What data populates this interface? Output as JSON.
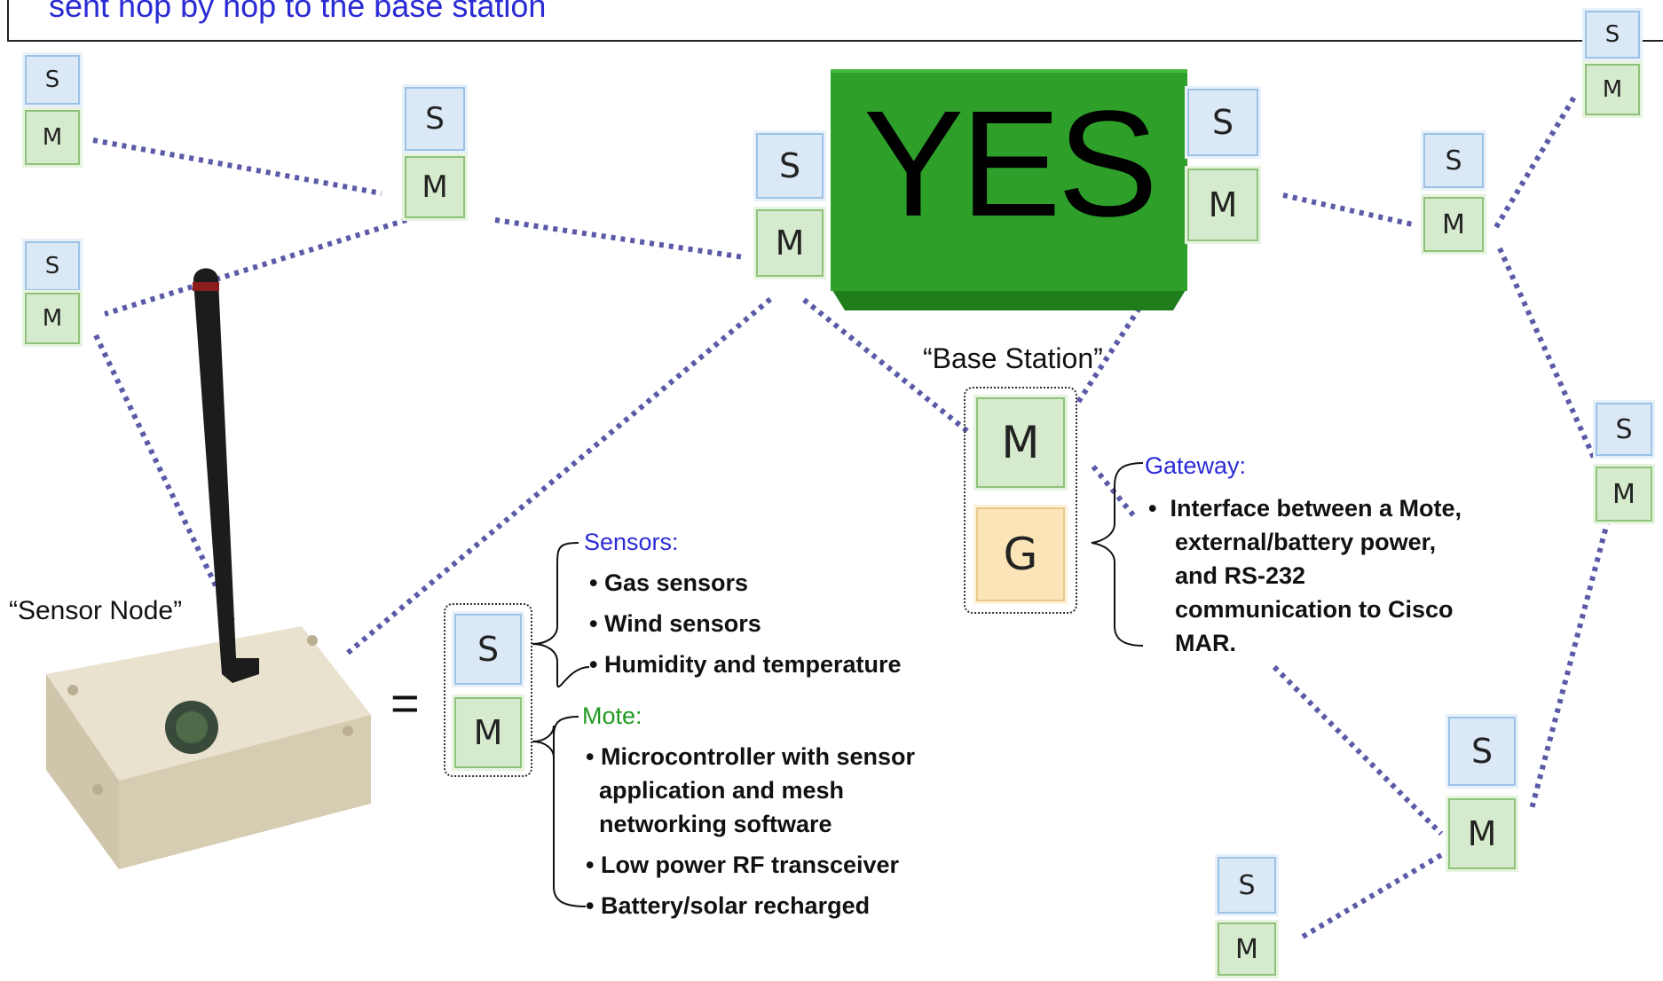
{
  "caption": "sent hop by hop to the base station",
  "yes_label": "YES",
  "tile_letters": {
    "sensor": "S",
    "mote": "M",
    "gateway": "G"
  },
  "labels": {
    "base_station": "“Base Station”",
    "sensor_node": "“Sensor Node”",
    "equals": "="
  },
  "sensors": {
    "heading": "Sensors:",
    "items": [
      "• Gas sensors",
      "• Wind sensors",
      "• Humidity and temperature"
    ]
  },
  "mote": {
    "heading": "Mote:",
    "items": [
      "• Microcontroller with sensor",
      "  application and mesh",
      "  networking software",
      "• Low power RF transceiver",
      "• Battery/solar recharged"
    ]
  },
  "gateway": {
    "heading": "Gateway:",
    "items": [
      "•  Interface between a Mote,",
      "    external/battery power,",
      "    and RS-232",
      "    communication to Cisco",
      "    MAR."
    ]
  },
  "colors": {
    "link": "#5a5aa8",
    "yes_box": "#2ea02a",
    "sensor_tile": "#dbe9f6",
    "mote_tile": "#d6ebcd",
    "gateway_tile": "#fbe5b8",
    "heading_blue": "#2b2bd6",
    "heading_green": "#1f9a1f"
  }
}
